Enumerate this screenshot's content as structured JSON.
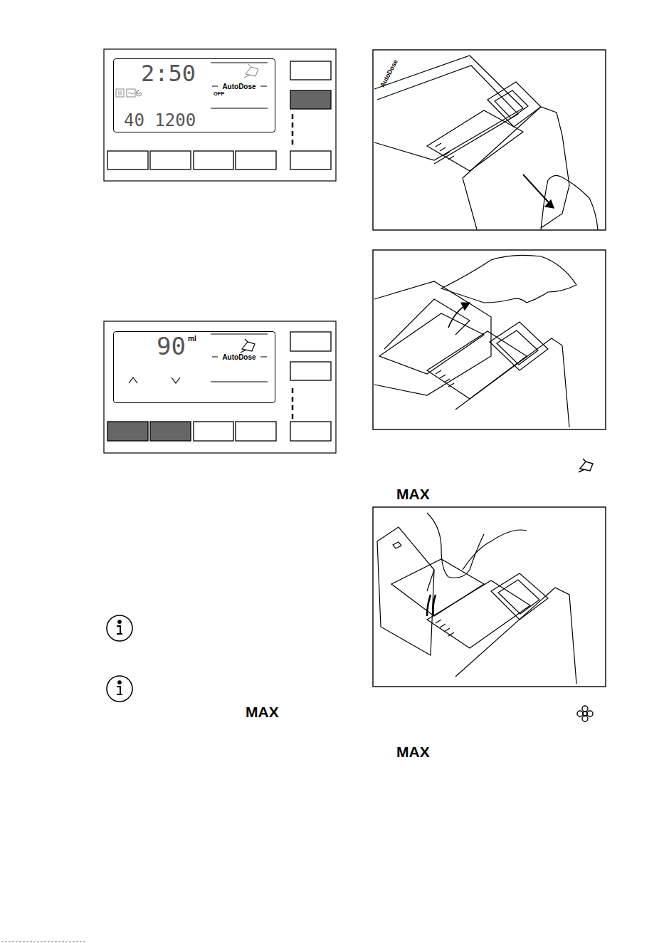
{
  "diagram": {
    "nodes": [
      {
        "text": [
          "2:50",
          "AutoDose",
          "OFF",
          "40 1200"
        ]
      },
      {
        "text": [
          "90",
          "ml",
          "AutoDose"
        ]
      }
    ],
    "labels": [
      "AutoDose",
      "MAX",
      "MAX",
      "MAX"
    ]
  }
}
